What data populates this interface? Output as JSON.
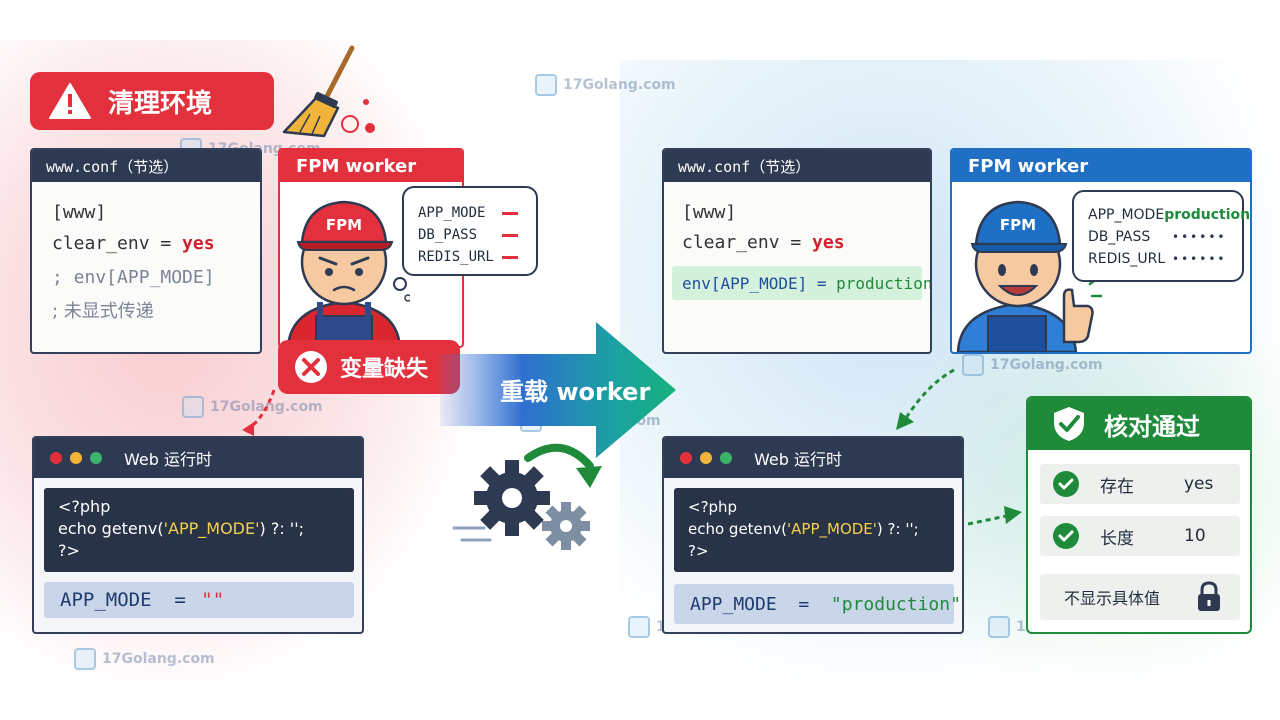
{
  "banner": {
    "title": "清理环境"
  },
  "left": {
    "conf": {
      "header": "www.conf（节选）",
      "line1": "[www]",
      "line2_key": "clear_env = ",
      "line2_val": "yes",
      "comment1": "; env[APP_MODE]",
      "comment2": "; 未显式传递"
    },
    "fpm": {
      "header": "FPM worker",
      "cap": "FPM",
      "vars": [
        "APP_MODE",
        "DB_PASS",
        "REDIS_URL"
      ],
      "missing_label": "变量缺失"
    },
    "web": {
      "header": "Web 运行时",
      "code1": "<?php",
      "code2_pre": "echo getenv(",
      "code2_arg": "'APP_MODE'",
      "code2_post": ") ?: '';",
      "code3": "?>",
      "result_key": "APP_MODE  = ",
      "result_val": "\"\""
    }
  },
  "center": {
    "label": "重载 worker"
  },
  "right": {
    "conf": {
      "header": "www.conf（节选）",
      "line1": "[www]",
      "line2_key": "clear_env = ",
      "line2_val": "yes",
      "line3_key": "env[APP_MODE] = ",
      "line3_val": "production"
    },
    "fpm": {
      "header": "FPM worker",
      "cap": "FPM",
      "vars": [
        {
          "name": "APP_MODE",
          "value": "production"
        },
        {
          "name": "DB_PASS",
          "value": "••••••"
        },
        {
          "name": "REDIS_URL",
          "value": "••••••"
        }
      ]
    },
    "web": {
      "header": "Web 运行时",
      "code1": "<?php",
      "code2_pre": "echo getenv(",
      "code2_arg": "'APP_MODE'",
      "code2_post": ") ?: '';",
      "code3": "?>",
      "result_key": "APP_MODE  =  ",
      "result_val": "\"production\""
    },
    "check": {
      "header": "核对通过",
      "rows": [
        {
          "label": "存在",
          "value": "yes"
        },
        {
          "label": "长度",
          "value": "10"
        }
      ],
      "hidden_label": "不显示具体值"
    }
  },
  "watermark": {
    "text": "17Golang.com"
  },
  "colors": {
    "red": "#e2313d",
    "navy": "#2e3a52",
    "blue": "#1f6fc5",
    "green": "#1f8b3a",
    "teal": "#16a085"
  }
}
